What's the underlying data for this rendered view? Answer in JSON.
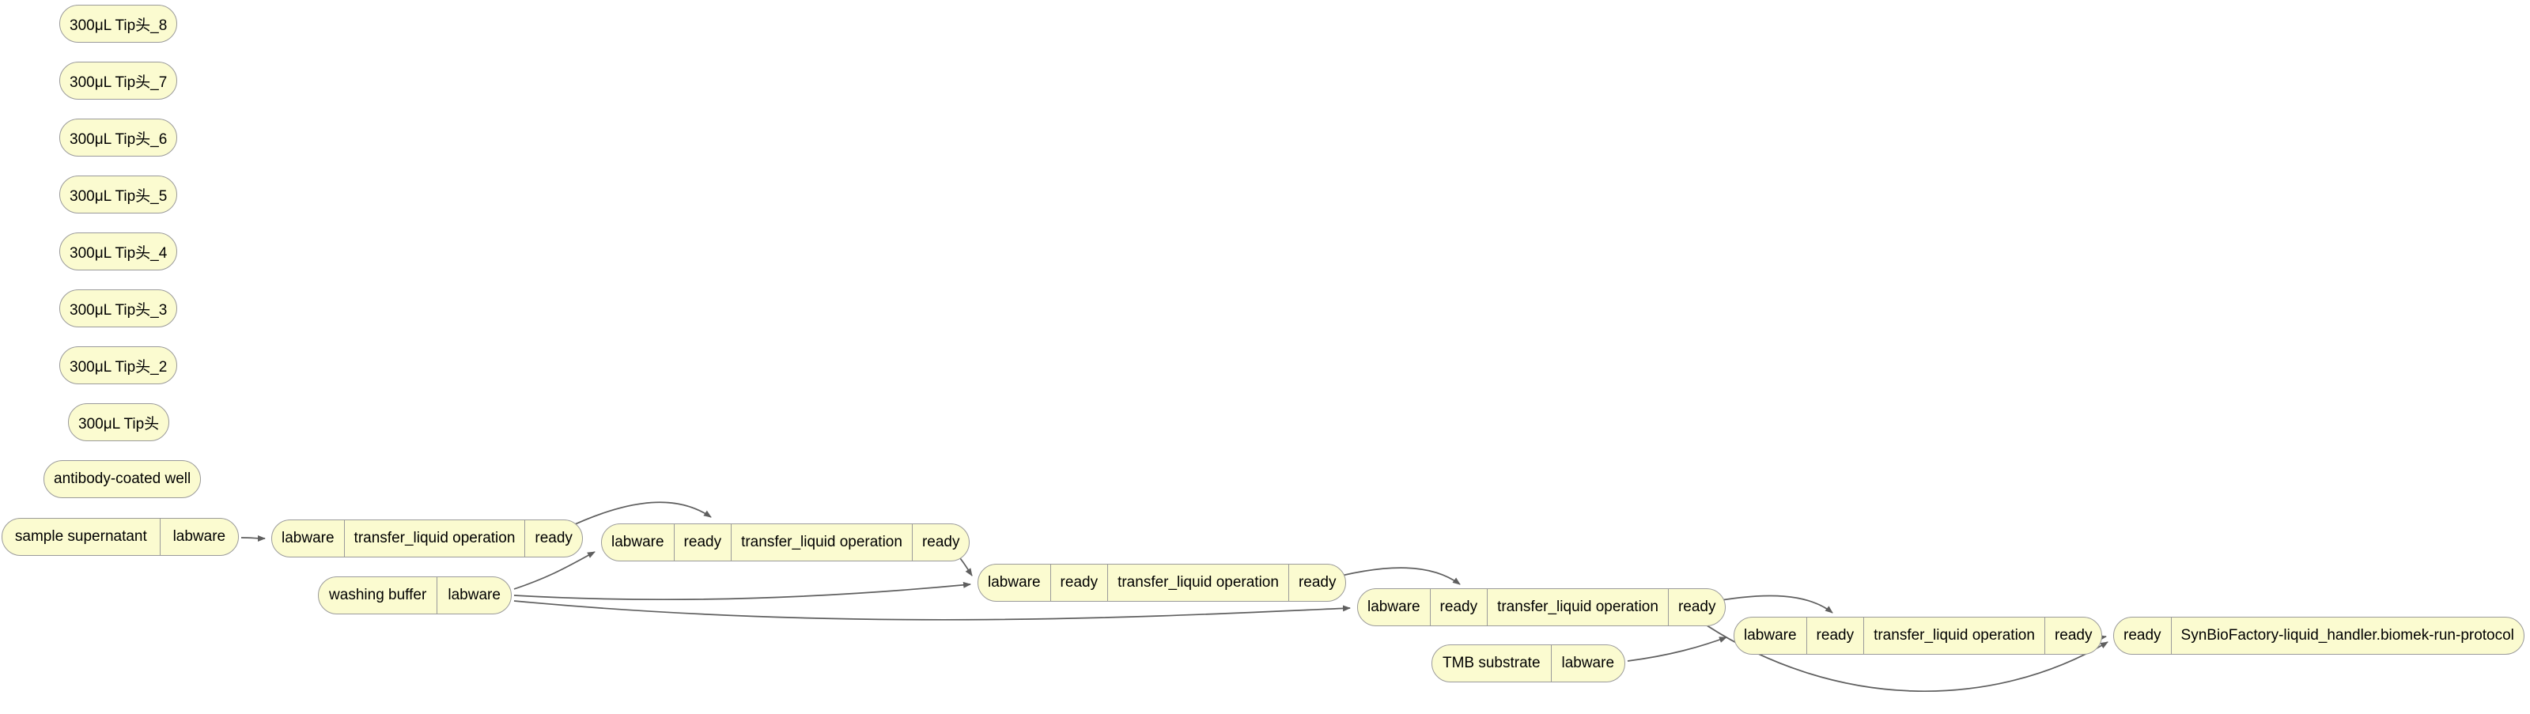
{
  "canvas": {
    "background": "#ffffff"
  },
  "style": {
    "node_fill": "#fbfbd0",
    "node_border": "#9a9a9a",
    "edge_color": "#5f5f5f"
  },
  "nodes": [
    {
      "id": "tip-8",
      "cells": [
        "300μL Tip头_8"
      ]
    },
    {
      "id": "tip-7",
      "cells": [
        "300μL Tip头_7"
      ]
    },
    {
      "id": "tip-6",
      "cells": [
        "300μL Tip头_6"
      ]
    },
    {
      "id": "tip-5",
      "cells": [
        "300μL Tip头_5"
      ]
    },
    {
      "id": "tip-4",
      "cells": [
        "300μL Tip头_4"
      ]
    },
    {
      "id": "tip-3",
      "cells": [
        "300μL Tip头_3"
      ]
    },
    {
      "id": "tip-2",
      "cells": [
        "300μL Tip头_2"
      ]
    },
    {
      "id": "tip-1",
      "cells": [
        "300μL Tip头"
      ]
    },
    {
      "id": "antibody-coated-well",
      "cells": [
        "antibody-coated well"
      ]
    },
    {
      "id": "sample-supernatant",
      "cells": [
        "sample supernatant",
        "labware"
      ]
    },
    {
      "id": "transfer-op-1",
      "cells": [
        "labware",
        "transfer_liquid operation",
        "ready"
      ]
    },
    {
      "id": "transfer-op-2",
      "cells": [
        "labware",
        "ready",
        "transfer_liquid operation",
        "ready"
      ]
    },
    {
      "id": "washing-buffer",
      "cells": [
        "washing buffer",
        "labware"
      ]
    },
    {
      "id": "transfer-op-3",
      "cells": [
        "labware",
        "ready",
        "transfer_liquid operation",
        "ready"
      ]
    },
    {
      "id": "transfer-op-4",
      "cells": [
        "labware",
        "ready",
        "transfer_liquid operation",
        "ready"
      ]
    },
    {
      "id": "tmb-substrate",
      "cells": [
        "TMB substrate",
        "labware"
      ]
    },
    {
      "id": "transfer-op-5",
      "cells": [
        "labware",
        "ready",
        "transfer_liquid operation",
        "ready"
      ]
    },
    {
      "id": "run-protocol",
      "cells": [
        "ready",
        "SynBioFactory-liquid_handler.biomek-run-protocol"
      ]
    }
  ],
  "edges": [
    {
      "from": "sample-supernatant",
      "to": "transfer-op-1"
    },
    {
      "from": "transfer-op-1",
      "to": "transfer-op-2"
    },
    {
      "from": "washing-buffer",
      "to": "transfer-op-2"
    },
    {
      "from": "transfer-op-2",
      "to": "transfer-op-3"
    },
    {
      "from": "washing-buffer",
      "to": "transfer-op-3"
    },
    {
      "from": "washing-buffer",
      "to": "transfer-op-4"
    },
    {
      "from": "transfer-op-3",
      "to": "transfer-op-4"
    },
    {
      "from": "transfer-op-4",
      "to": "transfer-op-5"
    },
    {
      "from": "tmb-substrate",
      "to": "transfer-op-5"
    },
    {
      "from": "transfer-op-5",
      "to": "run-protocol"
    },
    {
      "from": "transfer-op-4",
      "to": "run-protocol"
    }
  ]
}
